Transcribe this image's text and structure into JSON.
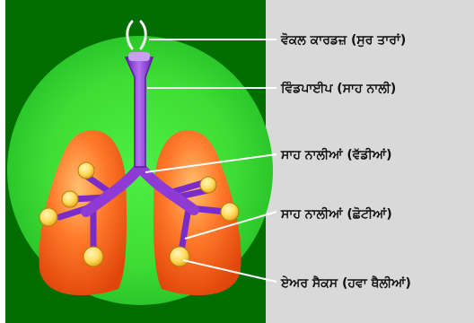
{
  "diagram": {
    "labels": {
      "vocal_cords": "ਵੋਕਲ ਕਾਰਡਜ਼ (ਸੁਰ ਤਾਰਾਂ)",
      "windpipe": "ਵਿੰਡਪਾਈਪ (ਸਾਹ ਨਾਲੀ)",
      "bronchi_large": "ਸਾਹ ਨਾਲੀਆਂ (ਵੱਡੀਆਂ)",
      "bronchi_small": "ਸਾਹ ਨਾਲੀਆਂ (ਛੋਟੀਆਂ)",
      "air_sacs": "ਏਅਰ ਸੈਕਸ (ਹਵਾ ਥੈਲੀਆਂ)"
    },
    "colors": {
      "panel_dark_green": "#006d00",
      "glow_green": "#44e23a",
      "label_panel_gray": "#d9d9d9",
      "lung_orange": "#ff6a1e",
      "lung_highlight": "#ffb060",
      "trachea_purple": "#8e3bd6",
      "air_sac_yellow": "#ffdc5a",
      "leader_line": "#ffffff"
    }
  }
}
